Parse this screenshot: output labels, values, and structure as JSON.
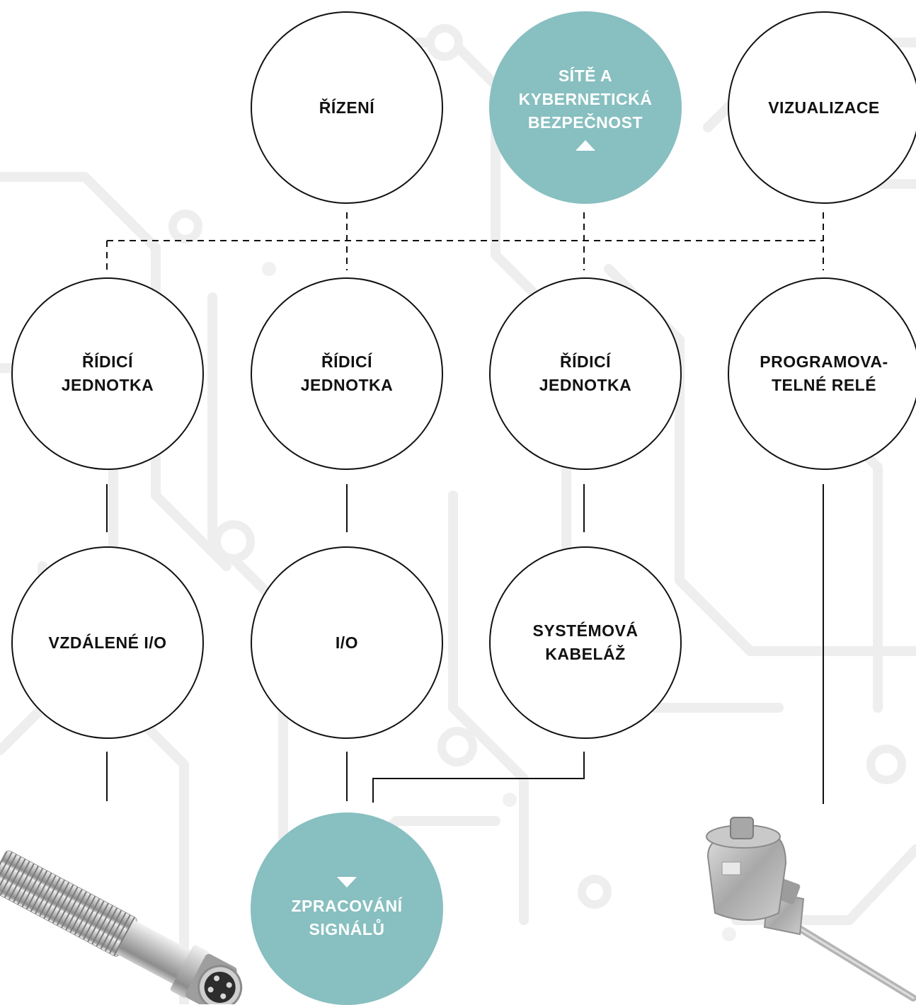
{
  "colors": {
    "accent": "#88bfc0",
    "line": "#111111",
    "background_pattern": "#ececec"
  },
  "nodes": {
    "rizeni": "ŘÍZENÍ",
    "site": "SÍTĚ A\nKYBERNETICKÁ\nBEZPEČNOST",
    "vizualizace": "VIZUALIZACE",
    "ridici_1": "ŘÍDICÍ\nJEDNOTKA",
    "ridici_2": "ŘÍDICÍ\nJEDNOTKA",
    "ridici_3": "ŘÍDICÍ\nJEDNOTKA",
    "programovatelne": "PROGRAMOVA-\nTELNÉ RELÉ",
    "vzdalene_io": "VZDÁLENÉ I/O",
    "io": "I/O",
    "systemova": "SYSTÉMOVÁ\nKABELÁŽ",
    "zpracovani": "ZPRACOVÁNÍ\nSIGNÁLŮ"
  },
  "images": {
    "left_product": "inductive-proximity-sensor",
    "right_product": "temperature-probe-connection-head"
  }
}
